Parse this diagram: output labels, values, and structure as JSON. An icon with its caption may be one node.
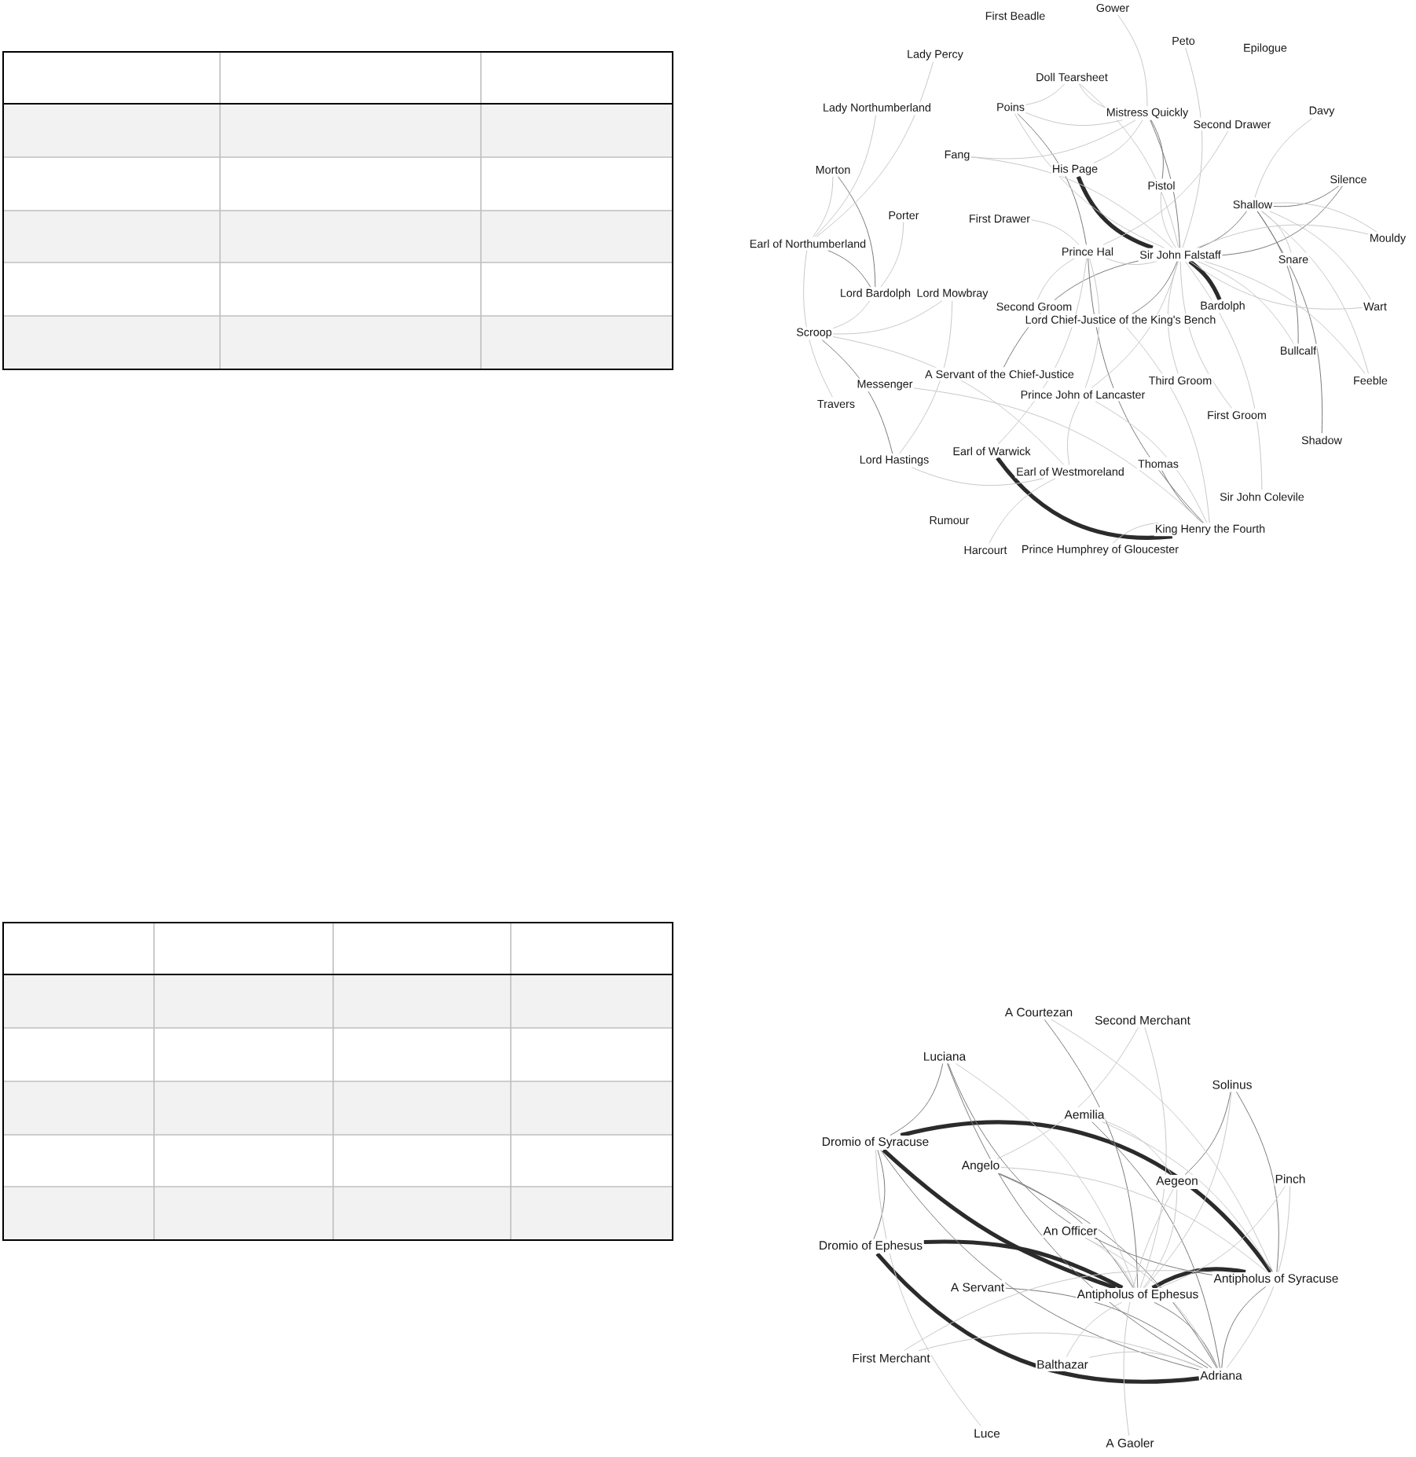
{
  "diagram": {
    "nodes": [
      {
        "text": [
          "First Beadle"
        ]
      },
      {
        "text": [
          "Gower"
        ]
      },
      {
        "text": [
          "Peto"
        ]
      },
      {
        "text": [
          "Epilogue"
        ]
      },
      {
        "text": [
          "Lady Percy"
        ]
      },
      {
        "text": [
          "Doll Tearsheet"
        ]
      },
      {
        "text": [
          "Lady Northumberland"
        ]
      },
      {
        "text": [
          "Poins"
        ]
      },
      {
        "text": [
          "Mistress Quickly"
        ]
      },
      {
        "text": [
          "Second Drawer"
        ]
      },
      {
        "text": [
          "Davy"
        ]
      },
      {
        "text": [
          "Fang"
        ]
      },
      {
        "text": [
          "His Page"
        ]
      },
      {
        "text": [
          "Morton"
        ]
      },
      {
        "text": [
          "Silence"
        ]
      },
      {
        "text": [
          "Pistol"
        ]
      },
      {
        "text": [
          "Shallow"
        ]
      },
      {
        "text": [
          "Porter"
        ]
      },
      {
        "text": [
          "First Drawer"
        ]
      },
      {
        "text": [
          "Mouldy"
        ]
      },
      {
        "text": [
          "Earl of Northumberland"
        ]
      },
      {
        "text": [
          "Prince Hal"
        ]
      },
      {
        "text": [
          "Sir John Falstaff"
        ]
      },
      {
        "text": [
          "Snare"
        ]
      },
      {
        "text": [
          "Lord Bardolph"
        ]
      },
      {
        "text": [
          "Lord Mowbray"
        ]
      },
      {
        "text": [
          "Second Groom"
        ]
      },
      {
        "text": [
          "Bardolph"
        ]
      },
      {
        "text": [
          "Wart"
        ]
      },
      {
        "text": [
          "Lord Chief-Justice of the King's Bench"
        ]
      },
      {
        "text": [
          "Scroop"
        ]
      },
      {
        "text": [
          "Bullcalf"
        ]
      },
      {
        "text": [
          "A Servant of the Chief-Justice"
        ]
      },
      {
        "text": [
          "Messenger"
        ]
      },
      {
        "text": [
          "Third Groom"
        ]
      },
      {
        "text": [
          "Feeble"
        ]
      },
      {
        "text": [
          "Prince John of Lancaster"
        ]
      },
      {
        "text": [
          "Travers"
        ]
      },
      {
        "text": [
          "First Groom"
        ]
      },
      {
        "text": [
          "Shadow"
        ]
      },
      {
        "text": [
          "Earl of Warwick"
        ]
      },
      {
        "text": [
          "Lord Hastings"
        ]
      },
      {
        "text": [
          "Thomas"
        ]
      },
      {
        "text": [
          "Earl of Westmoreland"
        ]
      },
      {
        "text": [
          "Sir John Colevile"
        ]
      },
      {
        "text": [
          "Rumour"
        ]
      },
      {
        "text": [
          "King Henry the Fourth"
        ]
      },
      {
        "text": [
          "Harcourt"
        ]
      },
      {
        "text": [
          "Prince Humphrey of Gloucester"
        ]
      },
      {
        "text": [
          "A Courtezan"
        ]
      },
      {
        "text": [
          "Second Merchant"
        ]
      },
      {
        "text": [
          "Luciana"
        ]
      },
      {
        "text": [
          "Solinus"
        ]
      },
      {
        "text": [
          "Aemilia"
        ]
      },
      {
        "text": [
          "Dromio of Syracuse"
        ]
      },
      {
        "text": [
          "Angelo"
        ]
      },
      {
        "text": [
          "Pinch"
        ]
      },
      {
        "text": [
          "Aegeon"
        ]
      },
      {
        "text": [
          "An Officer"
        ]
      },
      {
        "text": [
          "Dromio of Ephesus"
        ]
      },
      {
        "text": [
          "Antipholus of Syracuse"
        ]
      },
      {
        "text": [
          "A Servant"
        ]
      },
      {
        "text": [
          "Antipholus of Ephesus"
        ]
      },
      {
        "text": [
          "First Merchant"
        ]
      },
      {
        "text": [
          "Balthazar"
        ]
      },
      {
        "text": [
          "Adriana"
        ]
      },
      {
        "text": [
          "Luce"
        ]
      },
      {
        "text": [
          "A Gaoler"
        ]
      }
    ],
    "edges": [
      {
        "from": 12,
        "to": 22,
        "arrow": "none",
        "style": "thick",
        "color": "#2b2b2b"
      },
      {
        "from": 22,
        "to": 27,
        "arrow": "none",
        "style": "thick",
        "color": "#2b2b2b"
      },
      {
        "from": 40,
        "to": 46,
        "arrow": "none",
        "style": "thick",
        "color": "#2b2b2b"
      },
      {
        "from": 32,
        "to": 22,
        "arrow": "none",
        "color": "#7a7a7a"
      },
      {
        "from": 8,
        "to": 22,
        "arrow": "none",
        "color": "#7a7a7a"
      },
      {
        "from": 16,
        "to": 22,
        "arrow": "none",
        "color": "#7a7a7a"
      },
      {
        "from": 16,
        "to": 14,
        "arrow": "none",
        "color": "#7a7a7a"
      },
      {
        "from": 22,
        "to": 14,
        "arrow": "none",
        "color": "#7a7a7a"
      },
      {
        "from": 21,
        "to": 46,
        "arrow": "none",
        "color": "#7a7a7a"
      },
      {
        "from": 42,
        "to": 46,
        "arrow": "none",
        "color": "#7a7a7a"
      },
      {
        "from": 22,
        "to": 29,
        "arrow": "none",
        "color": "#7a7a7a"
      },
      {
        "from": 8,
        "to": 15,
        "arrow": "none",
        "color": "#7a7a7a"
      },
      {
        "from": 7,
        "to": 21,
        "arrow": "none",
        "color": "#7a7a7a"
      },
      {
        "from": 13,
        "to": 24,
        "arrow": "none",
        "color": "#7a7a7a"
      },
      {
        "from": 20,
        "to": 24,
        "arrow": "none",
        "color": "#7a7a7a"
      },
      {
        "from": 30,
        "to": 41,
        "arrow": "none",
        "color": "#7a7a7a"
      },
      {
        "from": 16,
        "to": 31,
        "arrow": "none",
        "color": "#7a7a7a"
      },
      {
        "from": 16,
        "to": 39,
        "arrow": "none",
        "color": "#7a7a7a"
      },
      {
        "from": 8,
        "to": 5,
        "arrow": "none"
      },
      {
        "from": 8,
        "to": 7,
        "arrow": "none"
      },
      {
        "from": 8,
        "to": 12,
        "arrow": "none"
      },
      {
        "from": 8,
        "to": 11,
        "arrow": "none"
      },
      {
        "from": 5,
        "to": 7,
        "arrow": "none"
      },
      {
        "from": 5,
        "to": 22,
        "arrow": "none"
      },
      {
        "from": 1,
        "to": 8,
        "arrow": "none"
      },
      {
        "from": 2,
        "to": 22,
        "arrow": "none"
      },
      {
        "from": 9,
        "to": 21,
        "arrow": "none"
      },
      {
        "from": 16,
        "to": 10,
        "arrow": "none"
      },
      {
        "from": 16,
        "to": 19,
        "arrow": "none"
      },
      {
        "from": 16,
        "to": 28,
        "arrow": "none"
      },
      {
        "from": 16,
        "to": 35,
        "arrow": "none"
      },
      {
        "from": 16,
        "to": 23,
        "arrow": "none"
      },
      {
        "from": 22,
        "to": 19,
        "arrow": "none"
      },
      {
        "from": 22,
        "to": 28,
        "arrow": "none"
      },
      {
        "from": 22,
        "to": 35,
        "arrow": "none"
      },
      {
        "from": 22,
        "to": 31,
        "arrow": "none"
      },
      {
        "from": 22,
        "to": 21,
        "arrow": "none"
      },
      {
        "from": 22,
        "to": 36,
        "arrow": "none"
      },
      {
        "from": 22,
        "to": 44,
        "arrow": "none"
      },
      {
        "from": 22,
        "to": 15,
        "arrow": "none"
      },
      {
        "from": 22,
        "to": 7,
        "arrow": "none"
      },
      {
        "from": 21,
        "to": 36,
        "arrow": "none"
      },
      {
        "from": 21,
        "to": 40,
        "arrow": "none"
      },
      {
        "from": 36,
        "to": 46,
        "arrow": "none"
      },
      {
        "from": 43,
        "to": 36,
        "arrow": "none"
      },
      {
        "from": 43,
        "to": 41,
        "arrow": "none"
      },
      {
        "from": 25,
        "to": 41,
        "arrow": "none"
      },
      {
        "from": 25,
        "to": 30,
        "arrow": "none"
      },
      {
        "from": 30,
        "to": 43,
        "arrow": "none"
      },
      {
        "from": 13,
        "to": 20,
        "arrow": "none"
      },
      {
        "from": 6,
        "to": 20,
        "arrow": "none"
      },
      {
        "from": 4,
        "to": 20,
        "arrow": "none"
      },
      {
        "from": 17,
        "to": 24,
        "arrow": "none"
      },
      {
        "from": 37,
        "to": 20,
        "arrow": "none"
      },
      {
        "from": 24,
        "to": 30,
        "arrow": "none"
      },
      {
        "from": 33,
        "to": 46,
        "arrow": "none"
      },
      {
        "from": 48,
        "to": 46,
        "arrow": "none"
      },
      {
        "from": 47,
        "to": 43,
        "arrow": "none"
      },
      {
        "from": 34,
        "to": 22,
        "arrow": "none"
      },
      {
        "from": 38,
        "to": 22,
        "arrow": "none"
      },
      {
        "from": 26,
        "to": 21,
        "arrow": "none"
      },
      {
        "from": 18,
        "to": 21,
        "arrow": "none"
      },
      {
        "from": 11,
        "to": 22,
        "arrow": "none"
      },
      {
        "from": 29,
        "to": 46,
        "arrow": "none"
      },
      {
        "from": 54,
        "to": 60,
        "arrow": "none",
        "style": "thick",
        "color": "#2b2b2b"
      },
      {
        "from": 54,
        "to": 62,
        "arrow": "none",
        "style": "thick",
        "color": "#2b2b2b"
      },
      {
        "from": 59,
        "to": 65,
        "arrow": "none",
        "style": "thick",
        "color": "#2b2b2b"
      },
      {
        "from": 59,
        "to": 62,
        "arrow": "none",
        "style": "thick",
        "color": "#2b2b2b"
      },
      {
        "from": 62,
        "to": 60,
        "arrow": "none",
        "style": "thick",
        "color": "#2b2b2b"
      },
      {
        "from": 51,
        "to": 65,
        "arrow": "none",
        "color": "#7a7a7a"
      },
      {
        "from": 51,
        "to": 60,
        "arrow": "none",
        "color": "#7a7a7a"
      },
      {
        "from": 51,
        "to": 54,
        "arrow": "none",
        "color": "#7a7a7a"
      },
      {
        "from": 60,
        "to": 65,
        "arrow": "none",
        "color": "#7a7a7a"
      },
      {
        "from": 62,
        "to": 65,
        "arrow": "none",
        "color": "#7a7a7a"
      },
      {
        "from": 55,
        "to": 62,
        "arrow": "none",
        "color": "#7a7a7a"
      },
      {
        "from": 55,
        "to": 65,
        "arrow": "none",
        "color": "#7a7a7a"
      },
      {
        "from": 52,
        "to": 57,
        "arrow": "none",
        "color": "#7a7a7a"
      },
      {
        "from": 52,
        "to": 60,
        "arrow": "none",
        "color": "#7a7a7a"
      },
      {
        "from": 49,
        "to": 62,
        "arrow": "none",
        "color": "#7a7a7a"
      },
      {
        "from": 54,
        "to": 65,
        "arrow": "none",
        "color": "#7a7a7a"
      },
      {
        "from": 54,
        "to": 59,
        "arrow": "none",
        "color": "#7a7a7a"
      },
      {
        "from": 61,
        "to": 65,
        "arrow": "none",
        "color": "#7a7a7a"
      },
      {
        "from": 53,
        "to": 65,
        "arrow": "none",
        "color": "#7a7a7a"
      },
      {
        "from": 50,
        "to": 55,
        "arrow": "none"
      },
      {
        "from": 50,
        "to": 62,
        "arrow": "none"
      },
      {
        "from": 53,
        "to": 60,
        "arrow": "none"
      },
      {
        "from": 53,
        "to": 57,
        "arrow": "none"
      },
      {
        "from": 64,
        "to": 62,
        "arrow": "none"
      },
      {
        "from": 58,
        "to": 62,
        "arrow": "none"
      },
      {
        "from": 63,
        "to": 60,
        "arrow": "none"
      },
      {
        "from": 66,
        "to": 54,
        "arrow": "none"
      },
      {
        "from": 67,
        "to": 57,
        "arrow": "none"
      },
      {
        "from": 56,
        "to": 62,
        "arrow": "none"
      },
      {
        "from": 56,
        "to": 65,
        "arrow": "none"
      },
      {
        "from": 58,
        "to": 65,
        "arrow": "none"
      },
      {
        "from": 49,
        "to": 60,
        "arrow": "none"
      },
      {
        "from": 52,
        "to": 62,
        "arrow": "none"
      },
      {
        "from": 57,
        "to": 62,
        "arrow": "none"
      },
      {
        "from": 64,
        "to": 65,
        "arrow": "none"
      },
      {
        "from": 63,
        "to": 65,
        "arrow": "none"
      },
      {
        "from": 55,
        "to": 60,
        "arrow": "none"
      },
      {
        "from": 51,
        "to": 62,
        "arrow": "none"
      }
    ]
  }
}
